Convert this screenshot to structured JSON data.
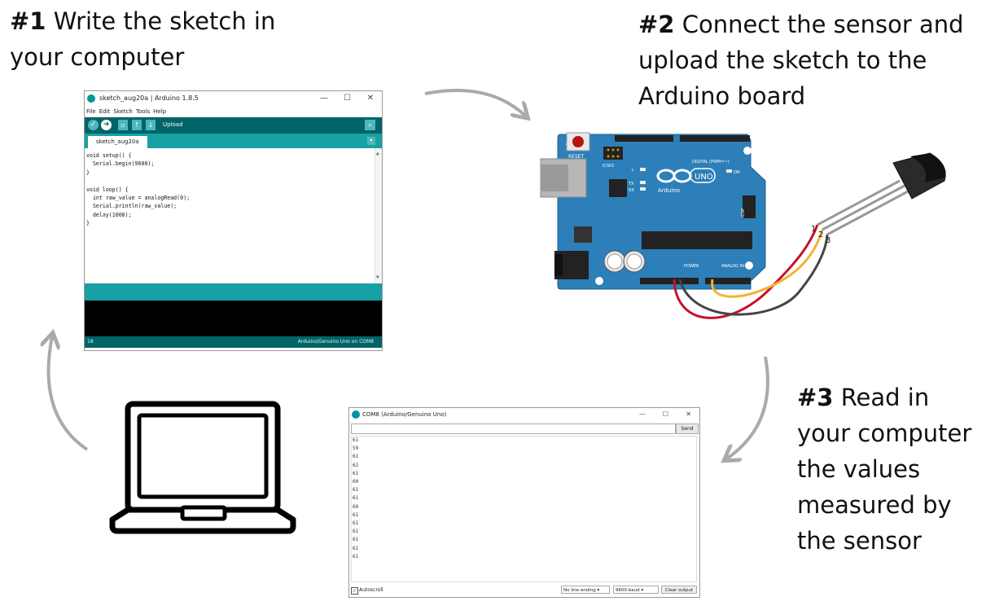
{
  "steps": [
    {
      "number": "#1",
      "text": "Write the sketch in your computer"
    },
    {
      "number": "#2",
      "text": "Connect the sensor and upload the sketch to the Arduino board"
    },
    {
      "number": "#3",
      "text": "Read in your computer the values measured by the sensor"
    }
  ],
  "ide": {
    "title": "sketch_aug20a | Arduino 1.8.5",
    "menu": [
      "File",
      "Edit",
      "Sketch",
      "Tools",
      "Help"
    ],
    "upload_label": "Upload",
    "tab_label": "sketch_aug20a",
    "code": [
      "void setup() {",
      "  Serial.begin(9600);",
      "}",
      "",
      "void loop() {",
      "  int raw_value = analogRead(0);",
      "  Serial.println(raw_value);",
      "  delay(1000);",
      "}"
    ],
    "footer_line": "18",
    "footer_board": "Arduino/Genuino Uno on COM8"
  },
  "board": {
    "reset_label": "RESET",
    "icsp2_label": "ICSP2",
    "digital_label": "DIGITAL (PWM=~)",
    "power_label": "POWER",
    "analog_label": "ANALOG IN",
    "on_label": "ON",
    "tx_label": "TX",
    "rx_label": "RX",
    "l_label": "L",
    "uno_label": "UNO",
    "brand_label": "Arduino",
    "icsp_label": "ICSP",
    "sensor_pins": [
      "1",
      "2",
      "3"
    ]
  },
  "serial": {
    "title": "COM8 (Arduino/Genuino Uno)",
    "send_label": "Send",
    "values": [
      "61",
      "59",
      "61",
      "62",
      "61",
      "60",
      "61",
      "61",
      "60",
      "61",
      "61",
      "61",
      "61",
      "61",
      "61"
    ],
    "autoscroll_label": "Autoscroll",
    "line_ending": "No line ending",
    "baud": "9600 baud",
    "clear_label": "Clear output"
  },
  "colors": {
    "board": "#2c7fb8",
    "ide_teal": "#006468",
    "ide_light": "#17a1a5",
    "wire_red": "#c8102e",
    "wire_yellow": "#f2b233",
    "wire_black": "#444444",
    "arrow": "#aaaaaa"
  }
}
